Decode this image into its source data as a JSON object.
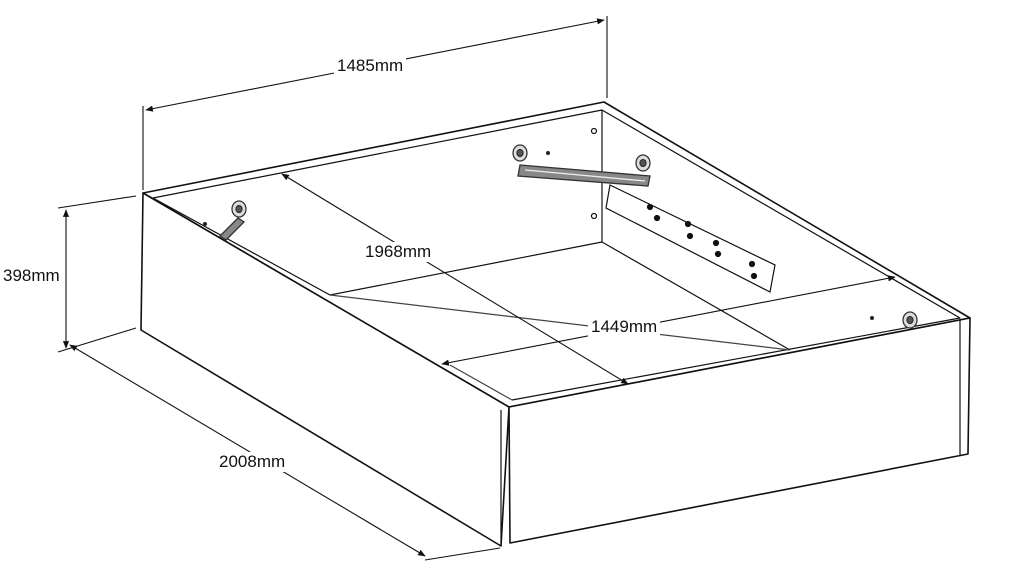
{
  "dimensions": {
    "width": "1485mm",
    "inner_length": "1968mm",
    "inner_width": "1449mm",
    "height": "398mm",
    "length": "2008mm"
  },
  "colors": {
    "line": "#111111",
    "panel_edge": "#cfcfcf",
    "fitting": "#555555",
    "background": "#ffffff"
  }
}
